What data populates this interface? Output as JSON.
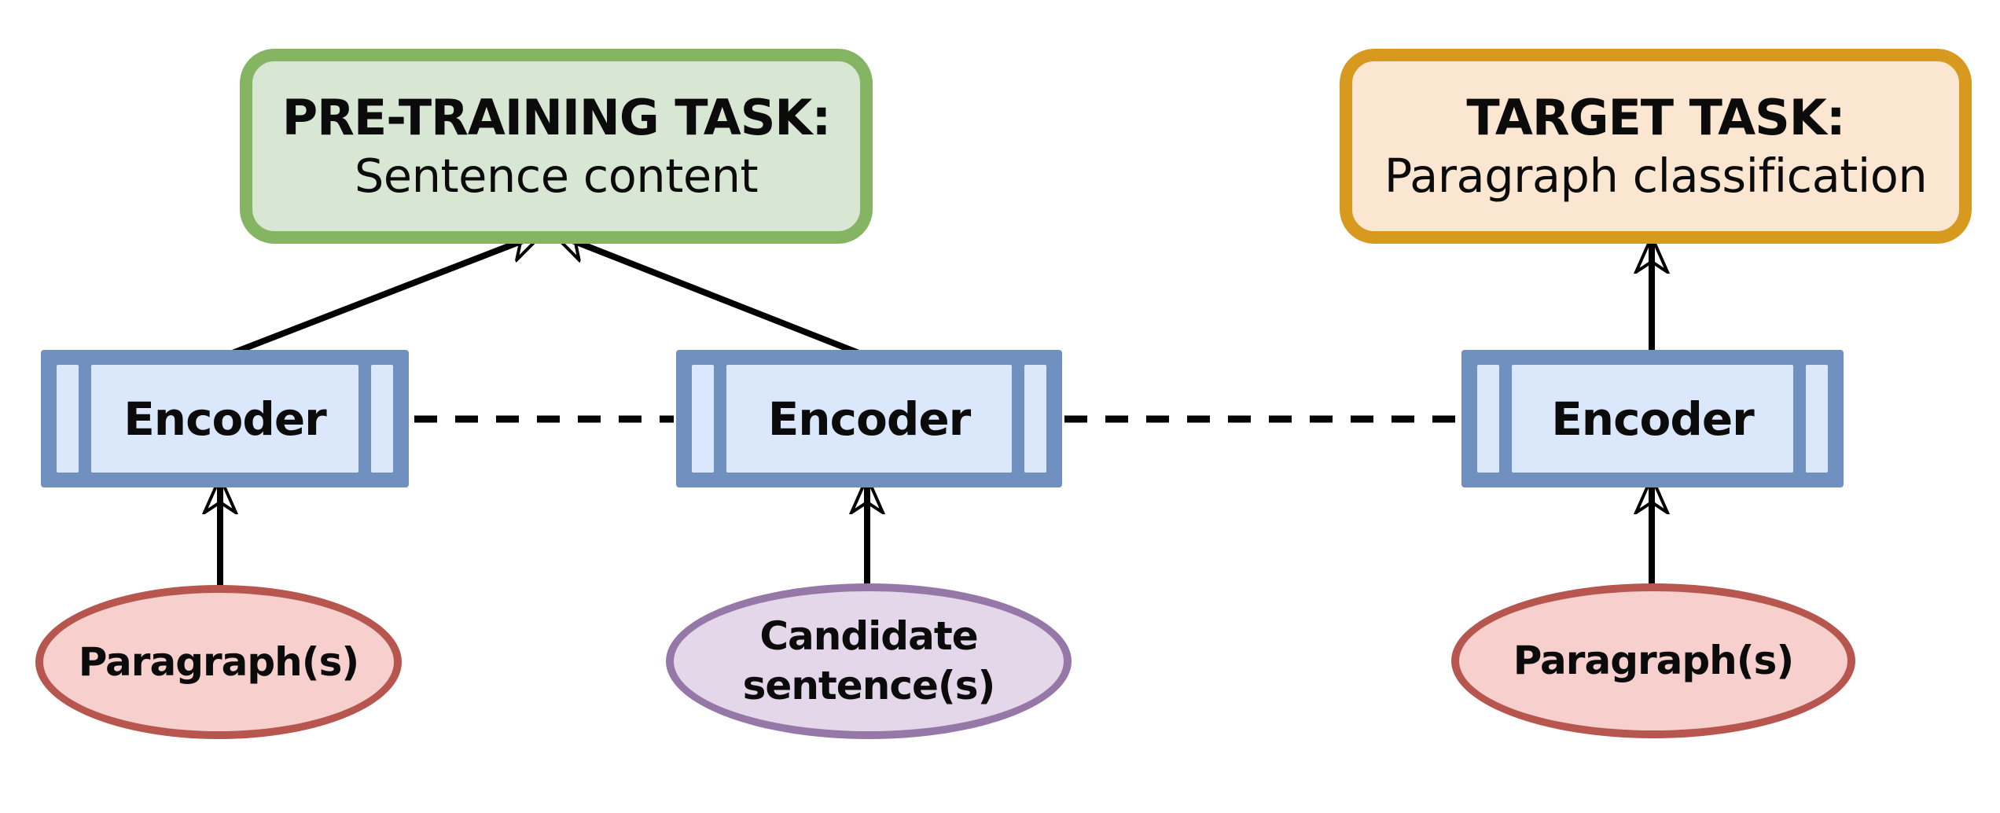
{
  "pretraining_task": {
    "title": "PRE-TRAINING TASK:",
    "subtitle": "Sentence content",
    "fill_color": "#d7e7d3",
    "border_color": "#85b463"
  },
  "target_task": {
    "title": "TARGET TASK:",
    "subtitle": "Paragraph classification",
    "fill_color": "#fbe7d1",
    "border_color": "#d79a1f"
  },
  "encoders": [
    {
      "label": "Encoder"
    },
    {
      "label": "Encoder"
    },
    {
      "label": "Encoder"
    }
  ],
  "encoder_colors": {
    "frame": "#7090bf",
    "cell": "#dbe8fb"
  },
  "inputs": [
    {
      "label": "Paragraph(s)",
      "fill_color": "#f7cfcc",
      "border_color": "#b7554f"
    },
    {
      "lines": [
        "Candidate",
        "sentence(s)"
      ],
      "fill_color": "#e3d7e9",
      "border_color": "#9577a8"
    },
    {
      "label": "Paragraph(s)",
      "fill_color": "#f7cfcc",
      "border_color": "#b7554f"
    }
  ],
  "connector_color": "#000000",
  "connector_styles": {
    "solid_arrow": "solid",
    "encoder_link": "dashed"
  }
}
